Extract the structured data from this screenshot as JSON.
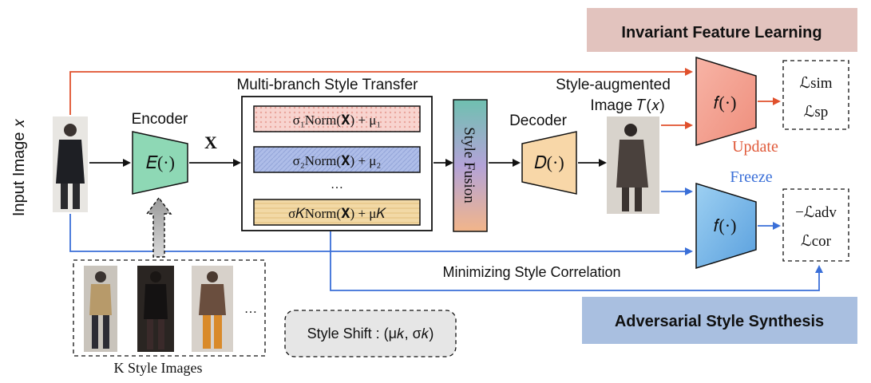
{
  "input_label": "Input Image 𝑥",
  "encoder": {
    "caption": "Encoder",
    "symbol": "𝐸(·)"
  },
  "feature_symbol": "X",
  "style_transfer": {
    "title": "Multi-branch Style Transfer",
    "branches": [
      {
        "label": "σ₁Norm(𝐗) + μ₁",
        "color": "#f4c9c5"
      },
      {
        "label": "σ₂Norm(𝐗) + μ₂",
        "color": "#a8b8e6"
      },
      {
        "label": "σ𝐾Norm(𝐗) + μ𝐾",
        "color": "#f3d9a3"
      }
    ],
    "ellipsis": "…"
  },
  "style_fusion_label": "Style Fusion",
  "decoder": {
    "caption": "Decoder",
    "symbol": "𝐷(·)"
  },
  "augmented_caption": [
    "Style-augmented",
    "Image 𝑇(𝑥)"
  ],
  "top_network": {
    "symbol": "𝑓(·)",
    "status": "Update",
    "status_color": "#e05a3a",
    "fill": "#f5a89a"
  },
  "bottom_network": {
    "symbol": "𝑓(·)",
    "status": "Freeze",
    "status_color": "#3a6fd8",
    "fill": "#7cb6e6"
  },
  "top_losses": [
    "ℒsim",
    "ℒsp"
  ],
  "bottom_losses": [
    "−ℒadv",
    "ℒcor"
  ],
  "invariant_box": {
    "label": "Invariant Feature Learning",
    "fill": "#e0c0bb"
  },
  "adversarial_box": {
    "label": "Adversarial Style Synthesis",
    "fill": "#a9bfe0"
  },
  "minimizing_label": "Minimizing Style Correlation",
  "style_images": {
    "caption": "K  Style Images",
    "ellipsis": "…"
  },
  "style_shift": "Style Shift : (μ𝑘, σ𝑘)",
  "colors": {
    "red_arrow": "#e0502c",
    "blue_arrow": "#3a6fd8"
  }
}
